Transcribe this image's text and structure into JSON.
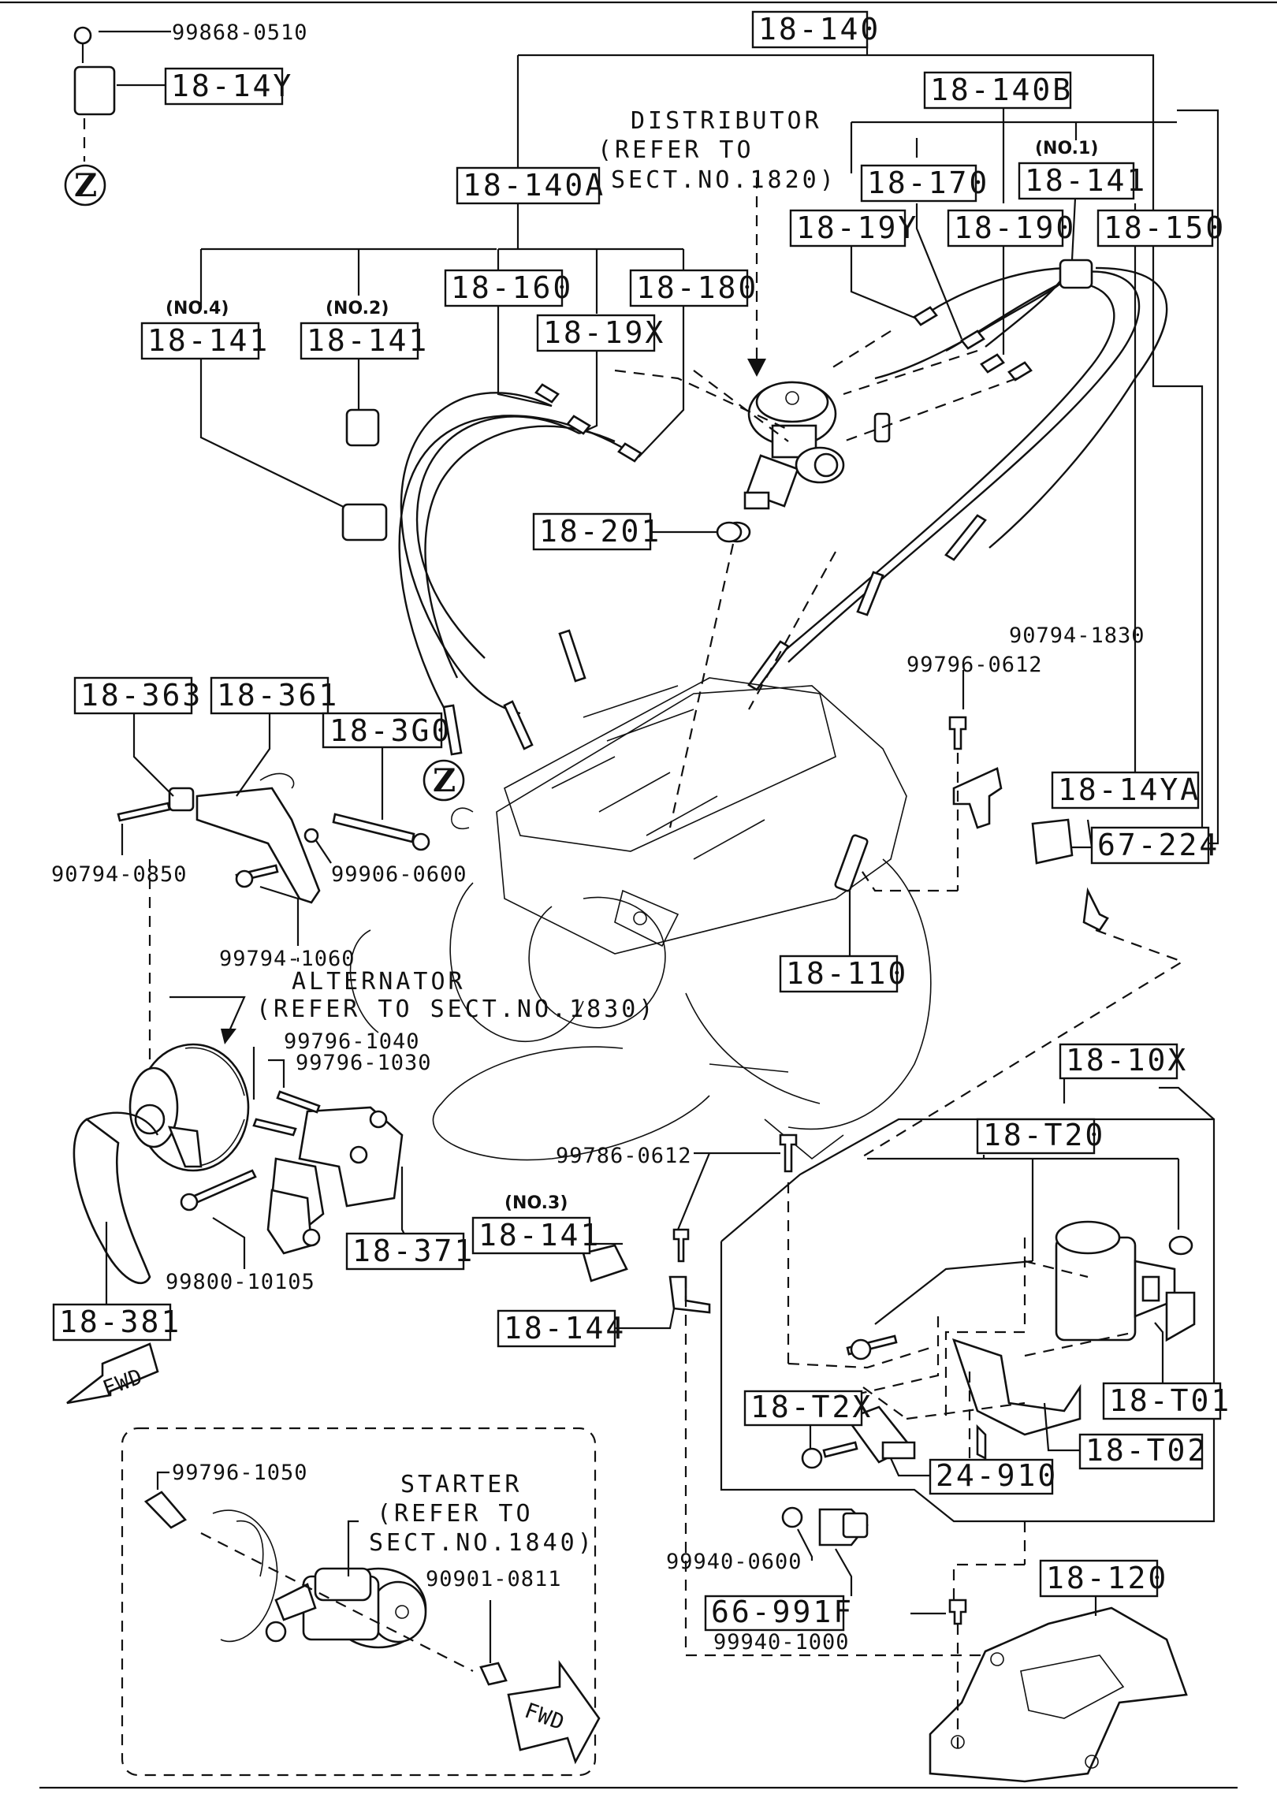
{
  "labels": {
    "p18_140": "18-140",
    "p18_140B": "18-140B",
    "p18_140A": "18-140A",
    "p18_170": "18-170",
    "p18_141_no1": "18-141",
    "p18_19Y": "18-19Y",
    "p18_190": "18-190",
    "p18_150": "18-150",
    "p18_160": "18-160",
    "p18_180": "18-180",
    "p18_19X": "18-19X",
    "p18_141_no4": "18-141",
    "p18_141_no2": "18-141",
    "p18_14Y": "18-14Y",
    "p18_201": "18-201",
    "p18_363": "18-363",
    "p18_361": "18-361",
    "p18_3G0": "18-3G0",
    "p18_14YA": "18-14YA",
    "p67_224": "67-224",
    "p18_110": "18-110",
    "p18_10X": "18-10X",
    "p18_T20": "18-T20",
    "p18_371": "18-371",
    "p18_141_no3": "18-141",
    "p18_144": "18-144",
    "p18_381": "18-381",
    "p18_T01": "18-T01",
    "p18_T2X": "18-T2X",
    "p18_T02": "18-T02",
    "p24_910": "24-910",
    "p66_991F": "66-991F",
    "p18_120": "18-120"
  },
  "callouts": {
    "no1": "(NO.1)",
    "no2": "(NO.2)",
    "no3": "(NO.3)",
    "no4": "(NO.4)"
  },
  "part_numbers": {
    "n99868_0510": "99868-0510",
    "n90794_1830": "90794-1830",
    "n99796_0612": "99796-0612",
    "n90794_0850": "90794-0850",
    "n99906_0600": "99906-0600",
    "n99794_1060": "99794-1060",
    "n99796_1040": "99796-1040",
    "n99796_1030": "99796-1030",
    "n99786_0612": "99786-0612",
    "n99800_10105": "99800-10105",
    "n99796_1050": "99796-1050",
    "n90901_0811": "90901-0811",
    "n99940_0600": "99940-0600",
    "n99940_1000": "99940-1000"
  },
  "notes": {
    "distributor": [
      "DISTRIBUTOR",
      "(REFER TO",
      "SECT.NO.1820)"
    ],
    "alternator": [
      "ALTERNATOR",
      "(REFER TO SECT.NO.1830)"
    ],
    "starter": [
      "STARTER",
      "(REFER TO",
      "SECT.NO.1840)"
    ]
  },
  "markers": {
    "z": "Z",
    "fwd": "FWD"
  }
}
